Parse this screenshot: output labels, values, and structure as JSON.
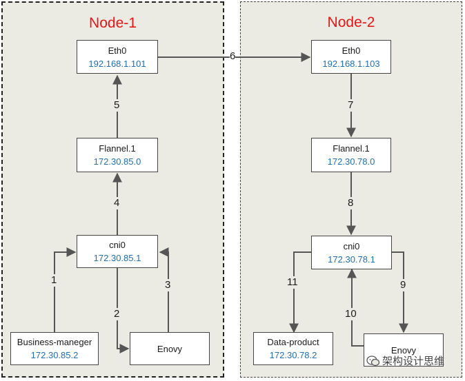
{
  "node1": {
    "title": "Node-1",
    "eth0": {
      "name": "Eth0",
      "ip": "192.168.1.101"
    },
    "flannel": {
      "name": "Flannel.1",
      "ip": "172.30.85.0"
    },
    "cni0": {
      "name": "cni0",
      "ip": "172.30.85.1"
    },
    "business": {
      "name": "Business-maneger",
      "ip": "172.30.85.2"
    },
    "envoy": {
      "name": "Enovy"
    }
  },
  "node2": {
    "title": "Node-2",
    "eth0": {
      "name": "Eth0",
      "ip": "192.168.1.103"
    },
    "flannel": {
      "name": "Flannel.1",
      "ip": "172.30.78.0"
    },
    "cni0": {
      "name": "cni0",
      "ip": "172.30.78.1"
    },
    "dataproduct": {
      "name": "Data-product",
      "ip": "172.30.78.2"
    },
    "envoy": {
      "name": "Enovy"
    }
  },
  "steps": [
    "1",
    "2",
    "3",
    "4",
    "5",
    "6",
    "7",
    "8",
    "9",
    "10",
    "11"
  ],
  "watermark": "架构设计思维",
  "colors": {
    "title": "#e81515",
    "ip": "#1f6fb2",
    "panel": "#ecebe3"
  }
}
